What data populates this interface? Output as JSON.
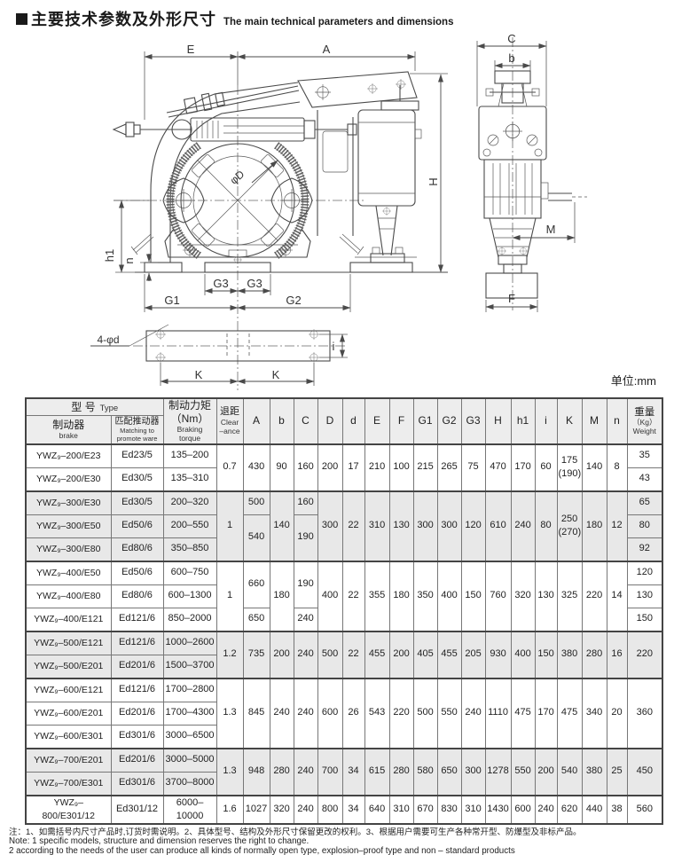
{
  "title": {
    "zh": "主要技术参数及外形尺寸",
    "en": "The main technical parameters and dimensions"
  },
  "unit_label": "单位:mm",
  "drawing": {
    "dims": {
      "E": "E",
      "A": "A",
      "H": "H",
      "C": "C",
      "b": "b",
      "M": "M",
      "F": "F",
      "h1": "h1",
      "n": "n",
      "G1": "G1",
      "G2": "G2",
      "G3_left": "G3",
      "G3_right": "G3",
      "K_left": "K",
      "K_right": "K",
      "i": "i",
      "holes": "4-φd",
      "drum": "φD"
    }
  },
  "table": {
    "header_rows": [
      {
        "c": [
          {
            "t": "型 号",
            "sub": "Type",
            "cs": 2,
            "cls": "inline"
          },
          {
            "t": "制动力矩\n（Nm）",
            "sub": "Braking\ntorque",
            "rs": 2,
            "cls": "torque"
          },
          {
            "t": "退距",
            "sub": "Clear\n–ance",
            "rs": 2,
            "cls": "clr"
          },
          {
            "t": "A",
            "rs": 2
          },
          {
            "t": "b",
            "rs": 2
          },
          {
            "t": "C",
            "rs": 2
          },
          {
            "t": "D",
            "rs": 2
          },
          {
            "t": "d",
            "rs": 2
          },
          {
            "t": "E",
            "rs": 2
          },
          {
            "t": "F",
            "rs": 2
          },
          {
            "t": "G1",
            "rs": 2
          },
          {
            "t": "G2",
            "rs": 2
          },
          {
            "t": "G3",
            "rs": 2
          },
          {
            "t": "H",
            "rs": 2
          },
          {
            "t": "h1",
            "rs": 2
          },
          {
            "t": "i",
            "rs": 2
          },
          {
            "t": "K",
            "rs": 2
          },
          {
            "t": "M",
            "rs": 2
          },
          {
            "t": "n",
            "rs": 2
          },
          {
            "t": "重量",
            "sub": "（Kg）\nWeight",
            "rs": 2,
            "cls": "wt"
          }
        ]
      },
      {
        "c": [
          {
            "t": "制动器",
            "sub": "brake"
          },
          {
            "t": "匹配推动器",
            "sub": "Matching to\npromote ware",
            "cls": "tiny"
          }
        ]
      }
    ],
    "body_rows": [
      {
        "gs": true,
        "c": [
          {
            "t": "YWZ₉–200/E23",
            "cls": "model"
          },
          {
            "t": "Ed23/5"
          },
          {
            "t": "135–200"
          },
          {
            "t": "0.7",
            "rs": 2
          },
          {
            "t": "430",
            "rs": 2
          },
          {
            "t": "90",
            "rs": 2
          },
          {
            "t": "160",
            "rs": 2
          },
          {
            "t": "200",
            "rs": 2
          },
          {
            "t": "17",
            "rs": 2
          },
          {
            "t": "210",
            "rs": 2
          },
          {
            "t": "100",
            "rs": 2
          },
          {
            "t": "215",
            "rs": 2
          },
          {
            "t": "265",
            "rs": 2
          },
          {
            "t": "75",
            "rs": 2
          },
          {
            "t": "470",
            "rs": 2
          },
          {
            "t": "170",
            "rs": 2
          },
          {
            "t": "60",
            "rs": 2
          },
          {
            "t": "175\n(190)",
            "rs": 2
          },
          {
            "t": "140",
            "rs": 2
          },
          {
            "t": "8",
            "rs": 2
          },
          {
            "t": "35"
          }
        ]
      },
      {
        "c": [
          {
            "t": "YWZ₉–200/E30",
            "cls": "model"
          },
          {
            "t": "Ed30/5"
          },
          {
            "t": "135–310"
          },
          {
            "t": "43"
          }
        ]
      },
      {
        "gs": true,
        "sh": true,
        "c": [
          {
            "t": "YWZ₉–300/E30",
            "cls": "model"
          },
          {
            "t": "Ed30/5"
          },
          {
            "t": "200–320"
          },
          {
            "t": "1",
            "rs": 3
          },
          {
            "t": "500"
          },
          {
            "t": "140",
            "rs": 3
          },
          {
            "t": "160"
          },
          {
            "t": "300",
            "rs": 3
          },
          {
            "t": "22",
            "rs": 3
          },
          {
            "t": "310",
            "rs": 3
          },
          {
            "t": "130",
            "rs": 3
          },
          {
            "t": "300",
            "rs": 3
          },
          {
            "t": "300",
            "rs": 3
          },
          {
            "t": "120",
            "rs": 3
          },
          {
            "t": "610",
            "rs": 3
          },
          {
            "t": "240",
            "rs": 3
          },
          {
            "t": "80",
            "rs": 3
          },
          {
            "t": "250\n(270)",
            "rs": 3
          },
          {
            "t": "180",
            "rs": 3
          },
          {
            "t": "12",
            "rs": 3
          },
          {
            "t": "65"
          }
        ]
      },
      {
        "sh": true,
        "c": [
          {
            "t": "YWZ₉–300/E50",
            "cls": "model"
          },
          {
            "t": "Ed50/6"
          },
          {
            "t": "200–550"
          },
          {
            "t": "540",
            "rs": 2
          },
          {
            "t": "190",
            "rs": 2
          },
          {
            "t": "80"
          }
        ]
      },
      {
        "sh": true,
        "c": [
          {
            "t": "YWZ₉–300/E80",
            "cls": "model"
          },
          {
            "t": "Ed80/6"
          },
          {
            "t": "350–850"
          },
          {
            "t": "92"
          }
        ]
      },
      {
        "gs": true,
        "c": [
          {
            "t": "YWZ₉–400/E50",
            "cls": "model"
          },
          {
            "t": "Ed50/6"
          },
          {
            "t": "600–750"
          },
          {
            "t": "1",
            "rs": 3
          },
          {
            "t": "660",
            "rs": 2
          },
          {
            "t": "180",
            "rs": 3
          },
          {
            "t": "190",
            "rs": 2
          },
          {
            "t": "400",
            "rs": 3
          },
          {
            "t": "22",
            "rs": 3
          },
          {
            "t": "355",
            "rs": 3
          },
          {
            "t": "180",
            "rs": 3
          },
          {
            "t": "350",
            "rs": 3
          },
          {
            "t": "400",
            "rs": 3
          },
          {
            "t": "150",
            "rs": 3
          },
          {
            "t": "760",
            "rs": 3
          },
          {
            "t": "320",
            "rs": 3
          },
          {
            "t": "130",
            "rs": 3
          },
          {
            "t": "325",
            "rs": 3
          },
          {
            "t": "220",
            "rs": 3
          },
          {
            "t": "14",
            "rs": 3
          },
          {
            "t": "120"
          }
        ]
      },
      {
        "c": [
          {
            "t": "YWZ₉–400/E80",
            "cls": "model"
          },
          {
            "t": "Ed80/6"
          },
          {
            "t": "600–1300"
          },
          {
            "t": "130"
          }
        ]
      },
      {
        "c": [
          {
            "t": "YWZ₉–400/E121",
            "cls": "model"
          },
          {
            "t": "Ed121/6"
          },
          {
            "t": "850–2000"
          },
          {
            "t": "650"
          },
          {
            "t": "240"
          },
          {
            "t": "150"
          }
        ]
      },
      {
        "gs": true,
        "sh": true,
        "c": [
          {
            "t": "YWZ₉–500/E121",
            "cls": "model"
          },
          {
            "t": "Ed121/6"
          },
          {
            "t": "1000–2600"
          },
          {
            "t": "1.2",
            "rs": 2
          },
          {
            "t": "735",
            "rs": 2
          },
          {
            "t": "200",
            "rs": 2
          },
          {
            "t": "240",
            "rs": 2
          },
          {
            "t": "500",
            "rs": 2
          },
          {
            "t": "22",
            "rs": 2
          },
          {
            "t": "455",
            "rs": 2
          },
          {
            "t": "200",
            "rs": 2
          },
          {
            "t": "405",
            "rs": 2
          },
          {
            "t": "455",
            "rs": 2
          },
          {
            "t": "205",
            "rs": 2
          },
          {
            "t": "930",
            "rs": 2
          },
          {
            "t": "400",
            "rs": 2
          },
          {
            "t": "150",
            "rs": 2
          },
          {
            "t": "380",
            "rs": 2
          },
          {
            "t": "280",
            "rs": 2
          },
          {
            "t": "16",
            "rs": 2
          },
          {
            "t": "220",
            "rs": 2
          }
        ]
      },
      {
        "sh": true,
        "c": [
          {
            "t": "YWZ₉–500/E201",
            "cls": "model"
          },
          {
            "t": "Ed201/6"
          },
          {
            "t": "1500–3700"
          }
        ]
      },
      {
        "gs": true,
        "c": [
          {
            "t": "YWZ₉–600/E121",
            "cls": "model"
          },
          {
            "t": "Ed121/6"
          },
          {
            "t": "1700–2800"
          },
          {
            "t": "1.3",
            "rs": 3
          },
          {
            "t": "845",
            "rs": 3
          },
          {
            "t": "240",
            "rs": 3
          },
          {
            "t": "240",
            "rs": 3
          },
          {
            "t": "600",
            "rs": 3
          },
          {
            "t": "26",
            "rs": 3
          },
          {
            "t": "543",
            "rs": 3
          },
          {
            "t": "220",
            "rs": 3
          },
          {
            "t": "500",
            "rs": 3
          },
          {
            "t": "550",
            "rs": 3
          },
          {
            "t": "240",
            "rs": 3
          },
          {
            "t": "1110",
            "rs": 3
          },
          {
            "t": "475",
            "rs": 3
          },
          {
            "t": "170",
            "rs": 3
          },
          {
            "t": "475",
            "rs": 3
          },
          {
            "t": "340",
            "rs": 3
          },
          {
            "t": "20",
            "rs": 3
          },
          {
            "t": "360",
            "rs": 3
          }
        ]
      },
      {
        "c": [
          {
            "t": "YWZ₉–600/E201",
            "cls": "model"
          },
          {
            "t": "Ed201/6"
          },
          {
            "t": "1700–4300"
          }
        ]
      },
      {
        "c": [
          {
            "t": "YWZ₉–600/E301",
            "cls": "model"
          },
          {
            "t": "Ed301/6"
          },
          {
            "t": "3000–6500"
          }
        ]
      },
      {
        "gs": true,
        "sh": true,
        "c": [
          {
            "t": "YWZ₉–700/E201",
            "cls": "model"
          },
          {
            "t": "Ed201/6"
          },
          {
            "t": "3000–5000"
          },
          {
            "t": "1.3",
            "rs": 2
          },
          {
            "t": "948",
            "rs": 2
          },
          {
            "t": "280",
            "rs": 2
          },
          {
            "t": "240",
            "rs": 2
          },
          {
            "t": "700",
            "rs": 2
          },
          {
            "t": "34",
            "rs": 2
          },
          {
            "t": "615",
            "rs": 2
          },
          {
            "t": "280",
            "rs": 2
          },
          {
            "t": "580",
            "rs": 2
          },
          {
            "t": "650",
            "rs": 2
          },
          {
            "t": "300",
            "rs": 2
          },
          {
            "t": "1278",
            "rs": 2
          },
          {
            "t": "550",
            "rs": 2
          },
          {
            "t": "200",
            "rs": 2
          },
          {
            "t": "540",
            "rs": 2
          },
          {
            "t": "380",
            "rs": 2
          },
          {
            "t": "25",
            "rs": 2
          },
          {
            "t": "450",
            "rs": 2
          }
        ]
      },
      {
        "sh": true,
        "c": [
          {
            "t": "YWZ₉–700/E301",
            "cls": "model"
          },
          {
            "t": "Ed301/6"
          },
          {
            "t": "3700–8000"
          }
        ]
      },
      {
        "gs": true,
        "c": [
          {
            "t": "YWZ₉–800/E301/12",
            "cls": "model"
          },
          {
            "t": "Ed301/12"
          },
          {
            "t": "6000–10000"
          },
          {
            "t": "1.6"
          },
          {
            "t": "1027"
          },
          {
            "t": "320"
          },
          {
            "t": "240"
          },
          {
            "t": "800"
          },
          {
            "t": "34"
          },
          {
            "t": "640"
          },
          {
            "t": "310"
          },
          {
            "t": "670"
          },
          {
            "t": "830"
          },
          {
            "t": "310"
          },
          {
            "t": "1430"
          },
          {
            "t": "600"
          },
          {
            "t": "240"
          },
          {
            "t": "620"
          },
          {
            "t": "440"
          },
          {
            "t": "38"
          },
          {
            "t": "560"
          }
        ]
      }
    ]
  },
  "notes": {
    "zh": "注：1、如需括号内尺寸产品时,订货时需说明。2、具体型号、结构及外形尺寸保留更改的权利。3、根据用户需要可生产各种常开型、防爆型及非标产品。",
    "en1": "Note: 1 specific models, structure and dimension reserves the right to change.",
    "en2": "2 according to the needs of the user can produce all kinds of normally open type, explosion–proof type and non – standard products"
  }
}
